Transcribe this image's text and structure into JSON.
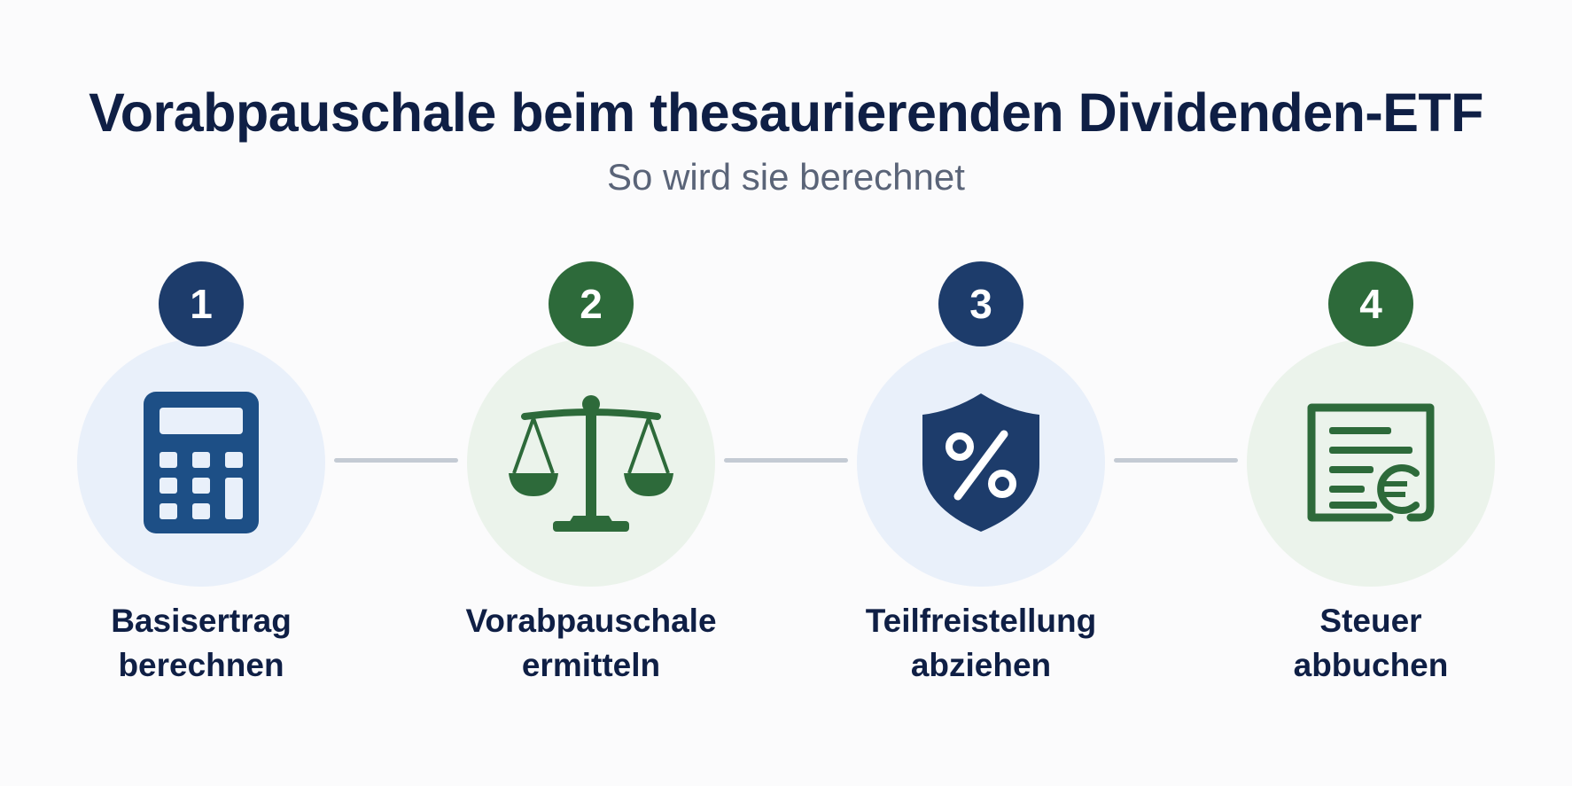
{
  "header": {
    "title": "Vorabpauschale beim thesaurierenden Dividenden-ETF",
    "subtitle": "So wird sie berechnet"
  },
  "colors": {
    "navy": "#1d3c6b",
    "green": "#2d6a3a",
    "blue_bg": "#e9f0fa",
    "green_bg": "#ebf3eb",
    "connector": "#c4cbd4"
  },
  "steps": [
    {
      "number": "1",
      "label_line1": "Basisertrag",
      "label_line2": "berechnen",
      "icon": "calculator-icon"
    },
    {
      "number": "2",
      "label_line1": "Vorabpauschale",
      "label_line2": "ermitteln",
      "icon": "scales-icon"
    },
    {
      "number": "3",
      "label_line1": "Teilfreistellung",
      "label_line2": "abziehen",
      "icon": "percent-shield-icon"
    },
    {
      "number": "4",
      "label_line1": "Steuer",
      "label_line2": "abbuchen",
      "icon": "euro-document-icon"
    }
  ]
}
